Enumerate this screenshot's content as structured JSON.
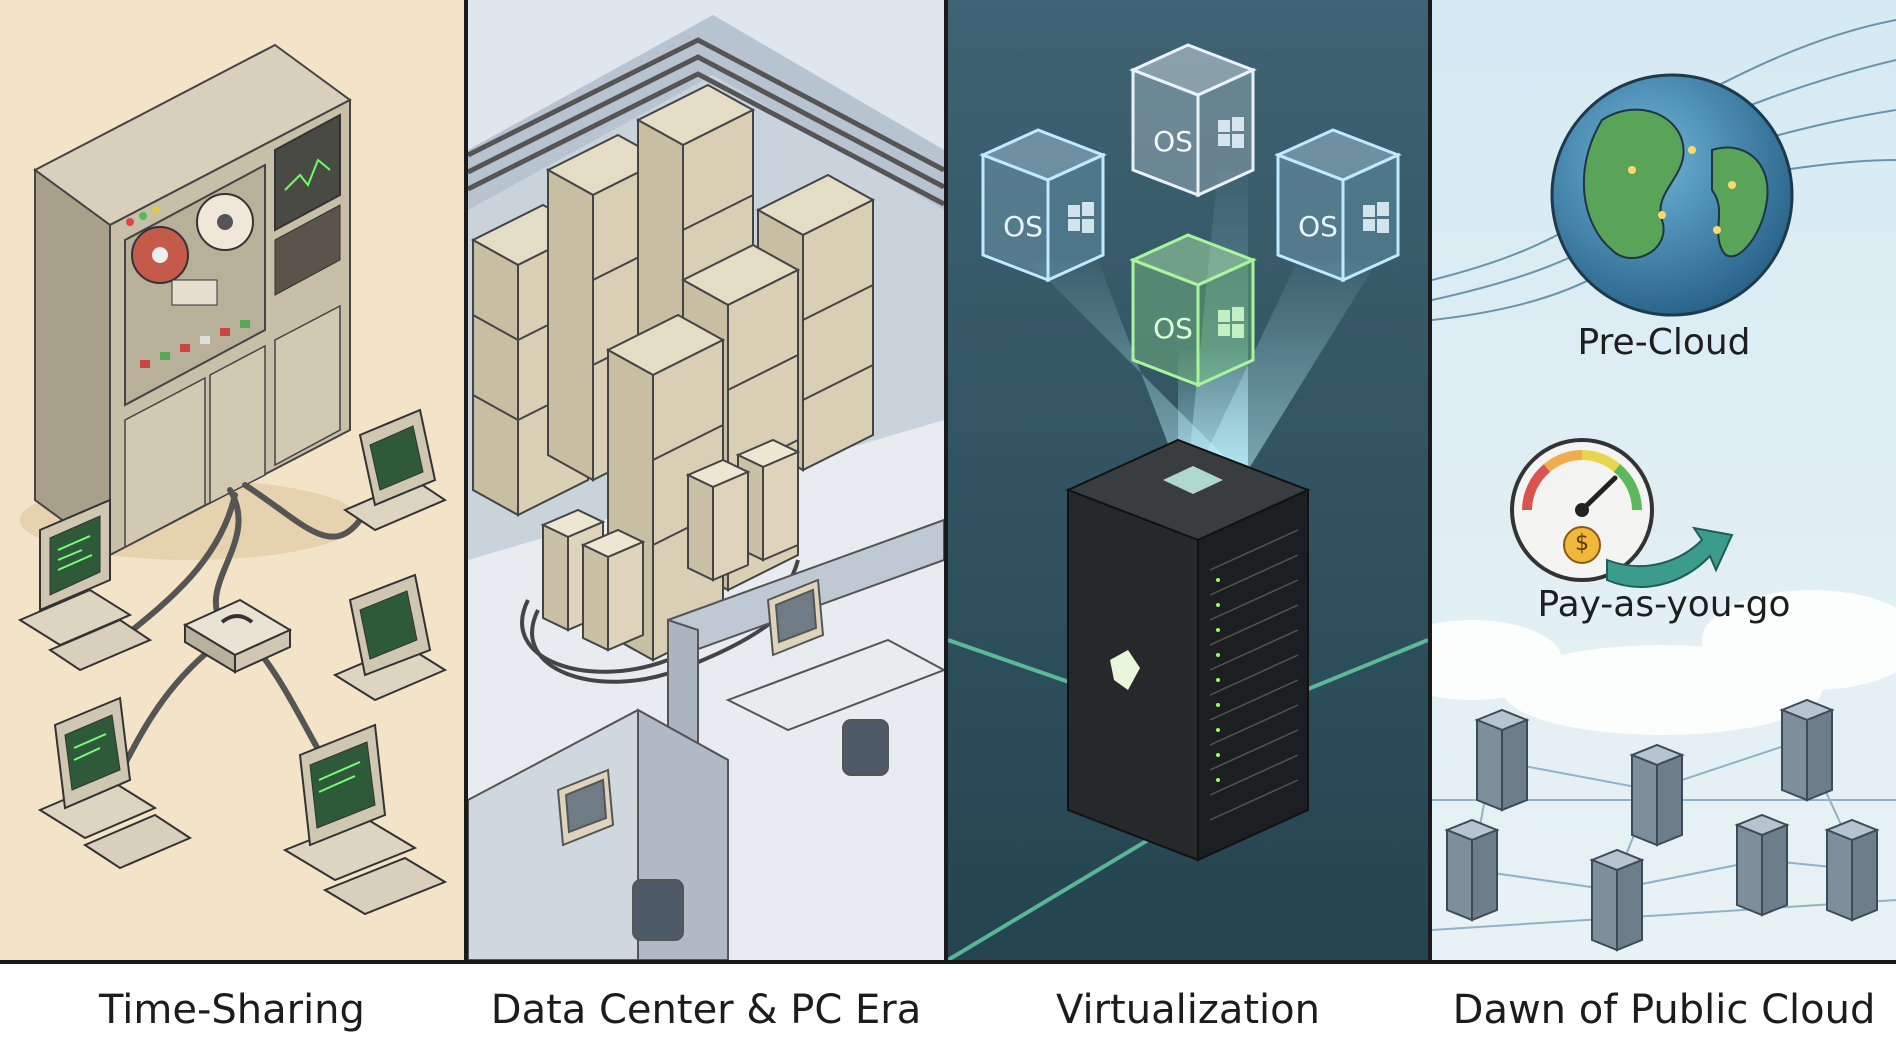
{
  "panels": [
    {
      "caption": "Time-Sharing",
      "bg": "#f4e4c7"
    },
    {
      "caption": "Data Center & PC Era",
      "bg": "#d9e2ea"
    },
    {
      "caption": "Virtualization",
      "bg": "#2f5566"
    },
    {
      "caption": "Dawn of Public Cloud",
      "bg": "#d7eaf2"
    }
  ],
  "virtualization": {
    "vm_label": "OS"
  },
  "cloud": {
    "pre_cloud_label": "Pre-Cloud",
    "payg_label": "Pay-as-you-go",
    "coin_symbol": "$"
  },
  "icons": [
    "phone-icon",
    "windows-logo-icon",
    "gauge-icon",
    "dollar-coin-icon",
    "arrow-icon",
    "globe-icon"
  ]
}
